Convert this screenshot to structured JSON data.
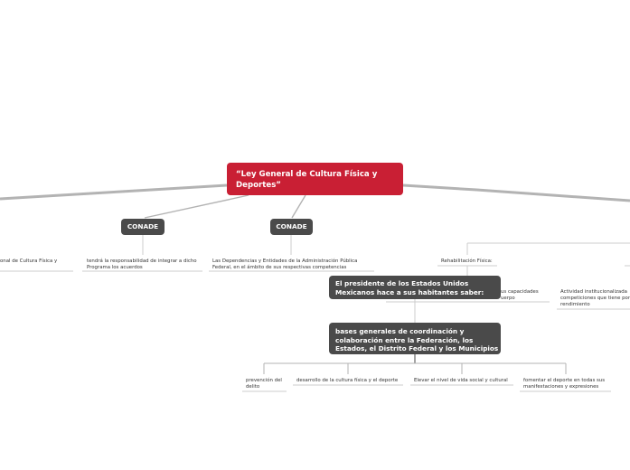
{
  "root": {
    "title": "“Ley General de Cultura Física y\nDeportes”",
    "color": "#c91f34"
  },
  "branch_color": "#4a4a4a",
  "branches": {
    "conade_left": "CONADE",
    "conade_right": "CONADE",
    "president": "El presidente de los Estados Unidos\nMexicanos hace a sus habitantes saber:",
    "bases": "bases generales de coordinación y\ncolaboración entre la Federación, los\nEstados, el Distrito Federal y los Municipios"
  },
  "leaves": {
    "far_left": "onal de Cultura Física y",
    "conade_left_text": "tendrá la responsabilidad de integrar a dicho\nPrograma los acuerdos",
    "conade_right_text": "Las Dependencias y Entidades de la Administración Pública\nFederal, en el ámbito de sus respectivas competencias",
    "rehabilitacion": "Rehabilitación Física:",
    "capacidades": "us capacidades\nuerpo",
    "actividad": "Actividad institucionalizada\ncompeticiones que tiene por\nrendimiento",
    "prevencion": "prevención del\ndelito",
    "desarrollo": "desarrollo de la cultura física y el deporte",
    "elevar": "Elevar el nivel de vida social y cultural",
    "fomentar": "fomentar el deporte en todas sus\nmanifestaciones y expresiones"
  }
}
